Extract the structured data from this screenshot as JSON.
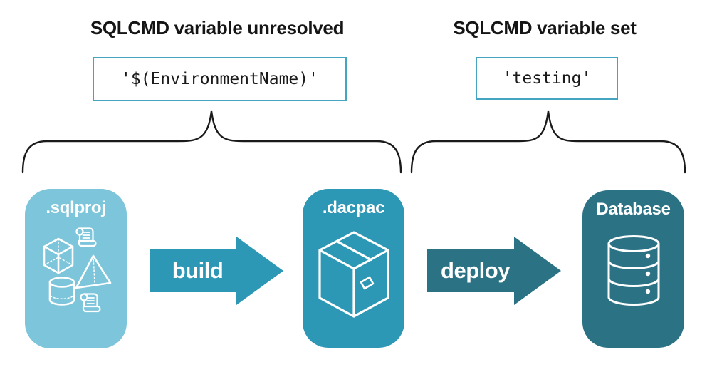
{
  "annotations": {
    "left": {
      "heading": "SQLCMD variable unresolved",
      "code": "'$(EnvironmentName)'"
    },
    "right": {
      "heading": "SQLCMD variable set",
      "code": "'testing'"
    }
  },
  "pipeline": {
    "nodes": [
      {
        "id": "sqlproj",
        "label": ".sqlproj",
        "color": "#7CC5DA",
        "icon": "sql-objects-icon"
      },
      {
        "id": "dacpac",
        "label": ".dacpac",
        "color": "#2D98B5",
        "icon": "package-icon"
      },
      {
        "id": "database",
        "label": "Database",
        "color": "#2B7284",
        "icon": "database-icon"
      }
    ],
    "arrows": [
      {
        "id": "build",
        "label": "build",
        "color": "#2D98B5"
      },
      {
        "id": "deploy",
        "label": "deploy",
        "color": "#2B7284"
      }
    ]
  },
  "colors": {
    "code_box_border": "#45A5C1",
    "brace": "#1A1A1A",
    "icon_stroke": "#FFFFFF",
    "heading_text": "#151515",
    "background": "#FFFFFF"
  }
}
